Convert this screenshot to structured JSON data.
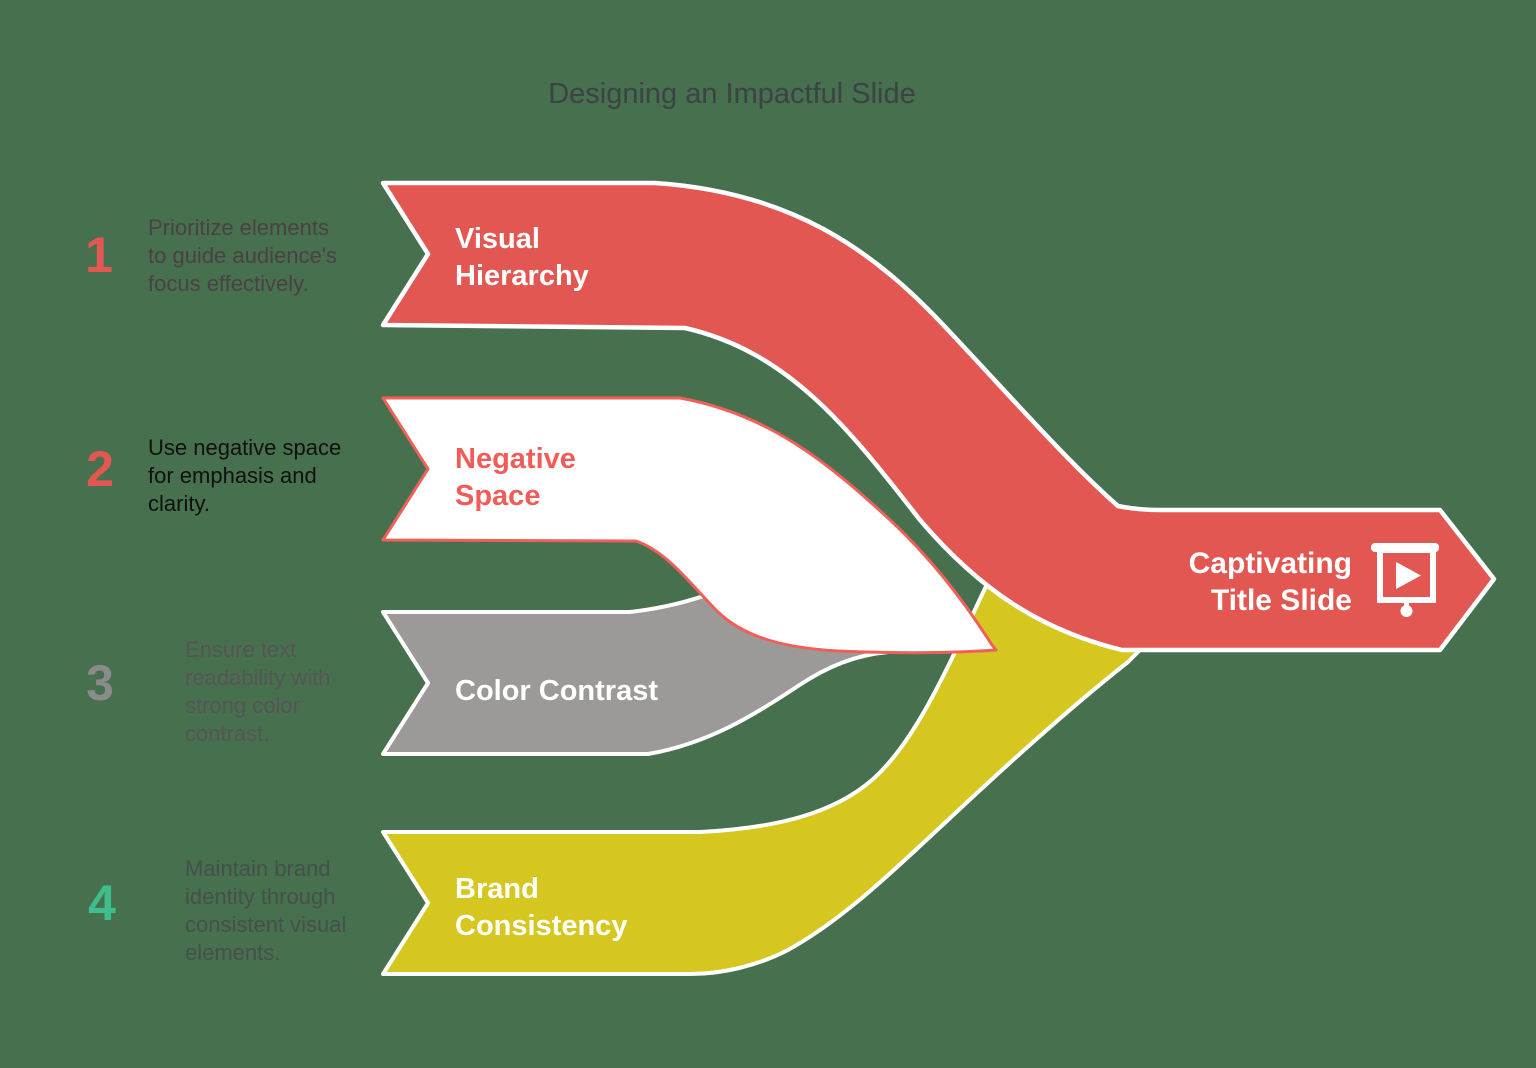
{
  "title": {
    "text": "Designing an Impactful Slide",
    "color": "#3C4245"
  },
  "background_color": "#47704E",
  "steps": [
    {
      "number": "1",
      "number_color": "#E25752",
      "description_lines": [
        "Prioritize elements",
        "to guide audience's",
        "focus effectively."
      ],
      "description_color": "#4A4144",
      "label_lines": [
        "Visual",
        "Hierarchy"
      ],
      "label_color": "#FFFFFF",
      "ribbon_fill": "#E25752",
      "ribbon_stroke": "#FFFFFF"
    },
    {
      "number": "2",
      "number_color": "#E25752",
      "description_lines": [
        "Use negative space",
        "for emphasis and",
        "clarity."
      ],
      "description_color": "#101010",
      "label_lines": [
        "Negative",
        "Space"
      ],
      "label_color": "#F25C58",
      "ribbon_fill": "#FFFFFF",
      "ribbon_stroke": "#F0605A"
    },
    {
      "number": "3",
      "number_color": "#8B8B8B",
      "description_lines": [
        "Ensure text",
        "readability with",
        "strong color",
        "contrast."
      ],
      "description_color": "#555556",
      "label_lines": [
        "Color Contrast"
      ],
      "label_color": "#FFFFFF",
      "ribbon_fill": "#9B9A99",
      "ribbon_stroke": "#FFFFFF"
    },
    {
      "number": "4",
      "number_color": "#3EBE8C",
      "description_lines": [
        "Maintain brand",
        "identity through",
        "consistent visual",
        "elements."
      ],
      "description_color": "#46504A",
      "label_lines": [
        "Brand",
        "Consistency"
      ],
      "label_color": "#FFFFFF",
      "ribbon_fill": "#D6C720",
      "ribbon_stroke": "#FFFFFF"
    }
  ],
  "output": {
    "label_lines": [
      "Captivating",
      "Title Slide"
    ],
    "label_color": "#FFFFFF",
    "fill": "#E25752",
    "stroke": "#FFFFFF",
    "icon": "presentation-play-icon"
  }
}
